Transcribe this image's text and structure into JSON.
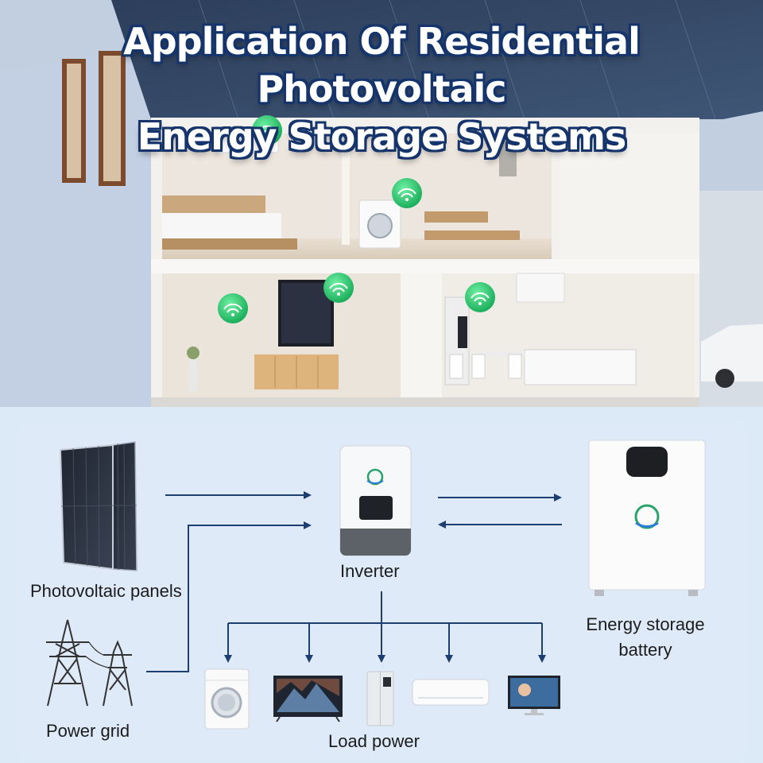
{
  "title": {
    "line1": "Application Of Residential Photovoltaic",
    "line2": "Energy Storage Systems"
  },
  "diagram": {
    "photovoltaic_label": "Photovoltaic panels",
    "grid_label": "Power grid",
    "inverter_label": "Inverter",
    "battery_label_line1": "Energy storage",
    "battery_label_line2": "battery",
    "load_label": "Load power"
  },
  "colors": {
    "arrow": "#1d3e70",
    "title_outline": "#14346b",
    "panel_bg": "#deeaf8",
    "wifi_green": "#22c36a"
  },
  "icons": [
    "wifi-icon",
    "solar-panel-icon",
    "power-tower-icon",
    "inverter-icon",
    "battery-cabinet-icon",
    "washing-machine-icon",
    "tv-icon",
    "refrigerator-icon",
    "air-conditioner-icon",
    "monitor-icon"
  ]
}
